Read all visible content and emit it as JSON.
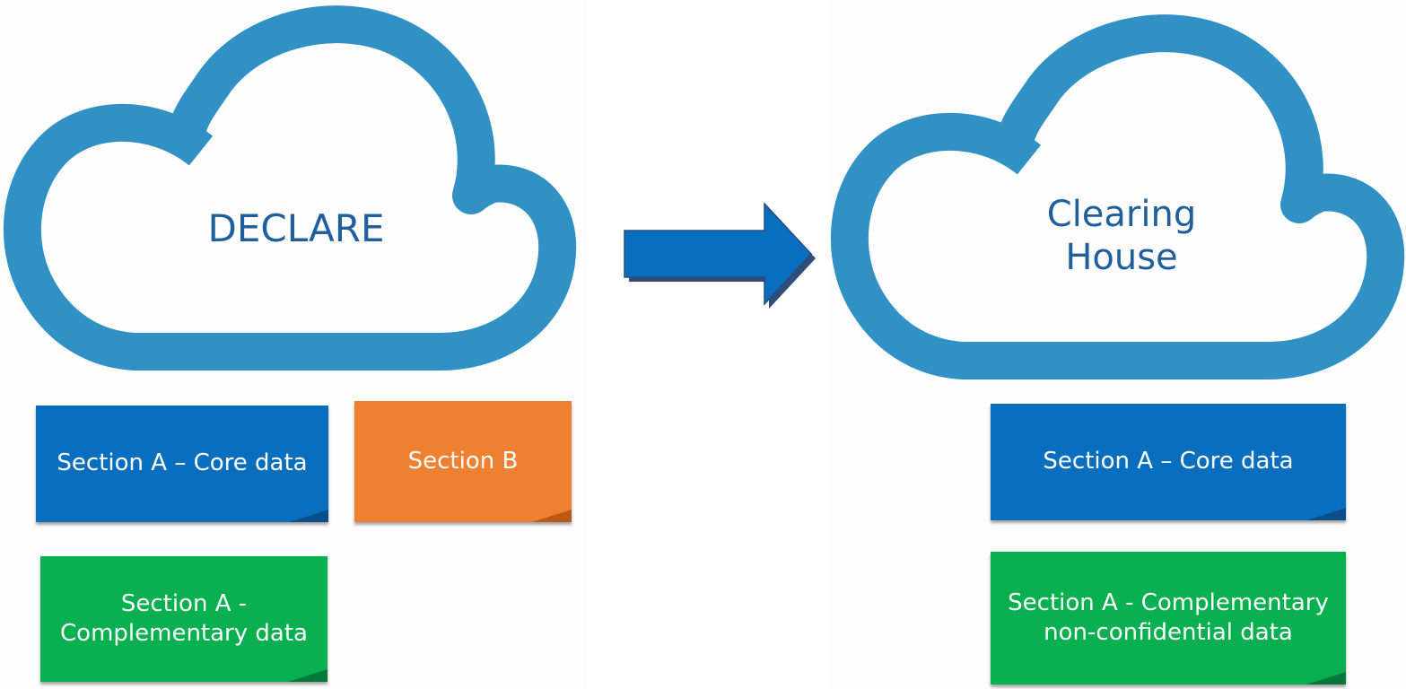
{
  "diagram": {
    "left_cloud": {
      "label": "DECLARE",
      "notes": [
        {
          "text": "Section A – Core data",
          "color": "#0a6ebf"
        },
        {
          "text": "Section B",
          "color": "#ef7f31"
        },
        {
          "text": "Section A - Complementary data",
          "color": "#08b050"
        }
      ]
    },
    "right_cloud": {
      "label": "Clearing\nHouse",
      "notes": [
        {
          "text": "Section A – Core data",
          "color": "#0a6ebf"
        },
        {
          "text": "Section A - Complementary non-confidential data",
          "color": "#08b050"
        }
      ]
    },
    "cloud_color": "#3190c4",
    "arrow_color": "#0a6ebf"
  }
}
